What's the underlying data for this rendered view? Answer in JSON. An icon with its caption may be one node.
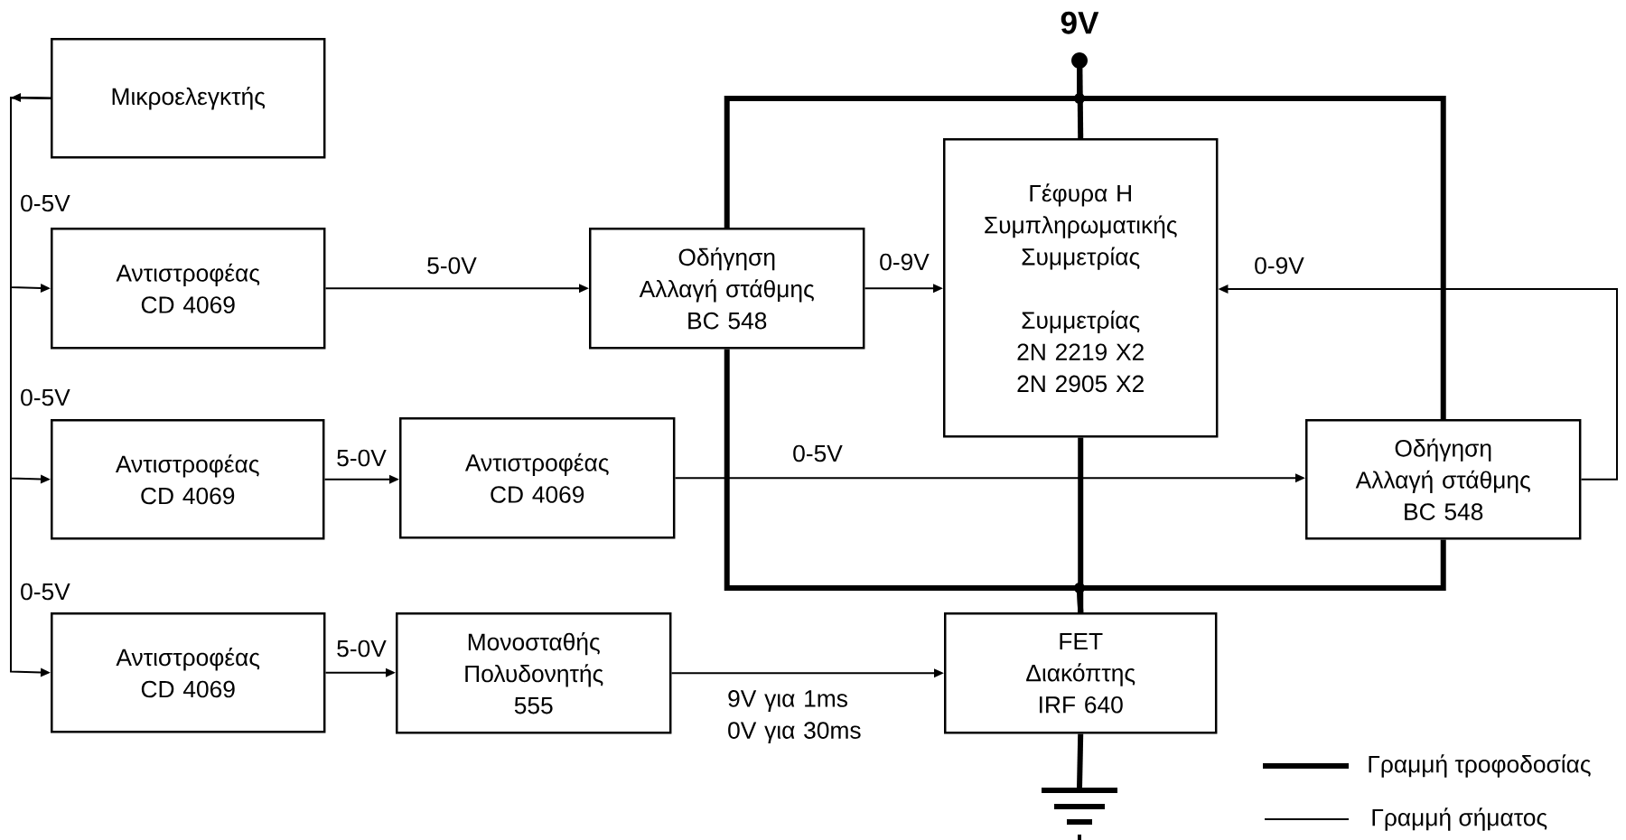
{
  "diagram": {
    "nodes": [
      {
        "text": [
          "9V"
        ]
      },
      {
        "text": [
          "Μικροελεγκτής"
        ]
      },
      {
        "text": [
          "Αντιστροφέας",
          "CD 4069"
        ]
      },
      {
        "text": [
          "Οδήγηση",
          "Αλλαγή στάθμης",
          "BC 548"
        ]
      },
      {
        "text": [
          "Γέφυρα H Συμπληρωματικής Συμμετρίας",
          "Συμμετρίας",
          "2N 2219 X2",
          "2N 2905 X2"
        ]
      },
      {
        "text": [
          "Αντιστροφέας",
          "CD 4069"
        ]
      },
      {
        "text": [
          "Αντιστροφέας",
          "CD 4069"
        ]
      },
      {
        "text": [
          "Οδήγηση",
          "Αλλαγή στάθμης",
          "BC 548"
        ]
      },
      {
        "text": [
          "Αντιστροφέας",
          "CD 4069"
        ]
      },
      {
        "text": [
          "Μονοσταθής Πολυδονητής",
          "555"
        ]
      },
      {
        "text": [
          "FET Διακόπτης",
          "IRF 640"
        ]
      },
      {
        "text": [],
        "shape": "ground"
      }
    ],
    "edges": [
      {
        "from": 1,
        "to": 2,
        "arrow": "to",
        "label": "0-5V"
      },
      {
        "from": 1,
        "to": 5,
        "arrow": "to",
        "label": "0-5V"
      },
      {
        "from": 1,
        "to": 8,
        "arrow": "to",
        "label": "0-5V"
      },
      {
        "from": 2,
        "to": 3,
        "arrow": "to",
        "label": "5-0V"
      },
      {
        "from": 3,
        "to": 4,
        "arrow": "to",
        "label": "0-9V"
      },
      {
        "from": 5,
        "to": 6,
        "arrow": "to",
        "label": "5-0V"
      },
      {
        "from": 6,
        "to": 7,
        "arrow": "to",
        "label": "0-5V"
      },
      {
        "from": 7,
        "to": 4,
        "arrow": "to",
        "label": "0-9V"
      },
      {
        "from": 8,
        "to": 9,
        "arrow": "to",
        "label": "5-0V"
      },
      {
        "from": 9,
        "to": 10,
        "arrow": "to",
        "label": "9V για 1ms 0V για 30ms"
      },
      {
        "from": 0,
        "to": 4,
        "arrow": "other",
        "style": "thick"
      },
      {
        "from": 0,
        "to": 3,
        "arrow": "other",
        "style": "thick"
      },
      {
        "from": 0,
        "to": 7,
        "arrow": "other",
        "style": "thick"
      },
      {
        "from": 4,
        "to": 10,
        "arrow": "none",
        "style": "thick"
      },
      {
        "from": 3,
        "to": 10,
        "arrow": "none",
        "style": "thick"
      },
      {
        "from": 7,
        "to": 10,
        "arrow": "none",
        "style": "thick"
      },
      {
        "from": 10,
        "to": 11,
        "arrow": "none",
        "style": "thick"
      }
    ],
    "legend": [
      {
        "text": "Γραμμή τροφοδοσίας"
      },
      {
        "text": "Γραμμή σήματος"
      }
    ]
  }
}
